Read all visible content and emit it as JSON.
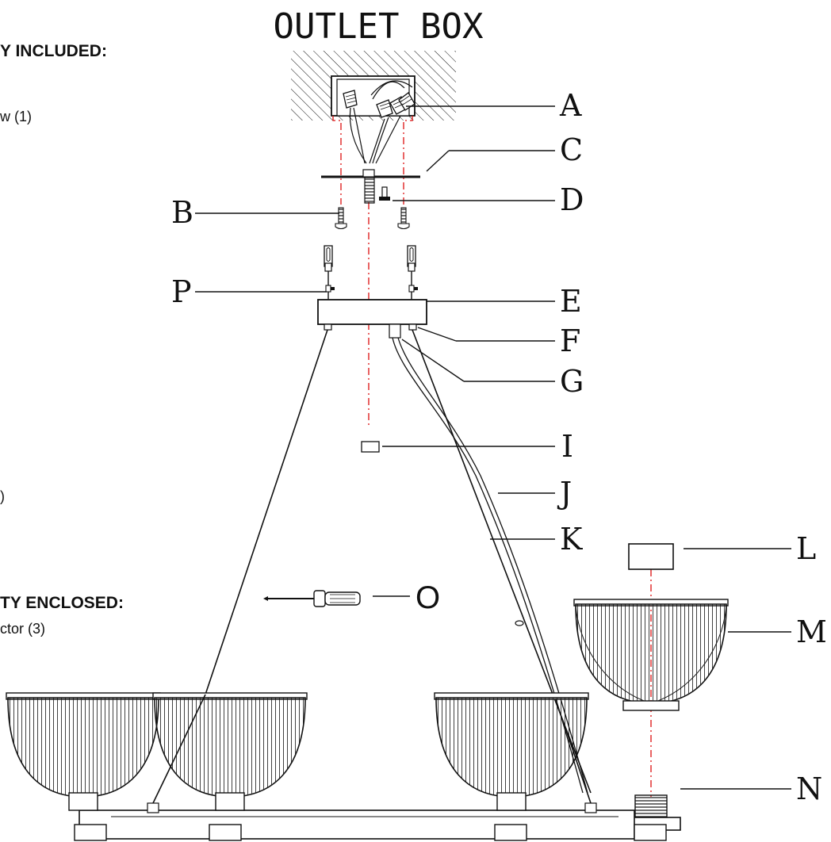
{
  "diagram": {
    "title": "OUTLET BOX",
    "side_text": {
      "included_heading": "Y INCLUDED:",
      "screw_item": "w (1)",
      "paren_item": ")",
      "enclosed_heading": "TY ENCLOSED:",
      "connector_item": "ctor (3)"
    },
    "part_labels": {
      "A": "A",
      "B": "B",
      "C": "C",
      "D": "D",
      "E": "E",
      "F": "F",
      "G": "G",
      "I": "I",
      "J": "J",
      "K": "K",
      "L": "L",
      "M": "M",
      "N": "N",
      "O": "O",
      "P": "P"
    },
    "colors": {
      "line": "#111111",
      "center_line": "#d11111",
      "background": "#ffffff"
    }
  }
}
